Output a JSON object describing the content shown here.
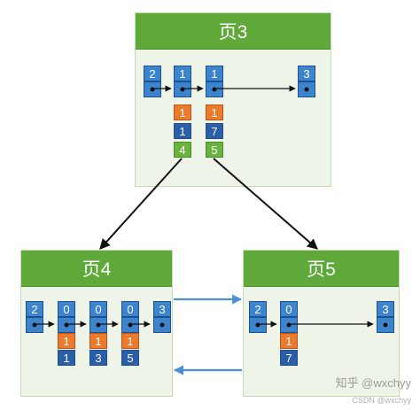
{
  "pages": {
    "root": {
      "title": "页3",
      "keys": [
        "2",
        "1",
        "1",
        "3"
      ],
      "records": [
        {
          "a": "1",
          "b": "1",
          "c": "4"
        },
        {
          "a": "1",
          "b": "7",
          "c": "5"
        }
      ]
    },
    "left": {
      "title": "页4",
      "keys": [
        "2",
        "0",
        "0",
        "0",
        "3"
      ],
      "records": [
        {
          "a": "1",
          "b": "1"
        },
        {
          "a": "1",
          "b": "3"
        },
        {
          "a": "1",
          "b": "5"
        }
      ]
    },
    "right": {
      "title": "页5",
      "keys": [
        "2",
        "0",
        "3"
      ],
      "records": [
        {
          "a": "1",
          "b": "7"
        }
      ]
    }
  },
  "watermark": {
    "line1": "知乎 @wxchyy",
    "line2": "CSDN @wxchyy"
  }
}
